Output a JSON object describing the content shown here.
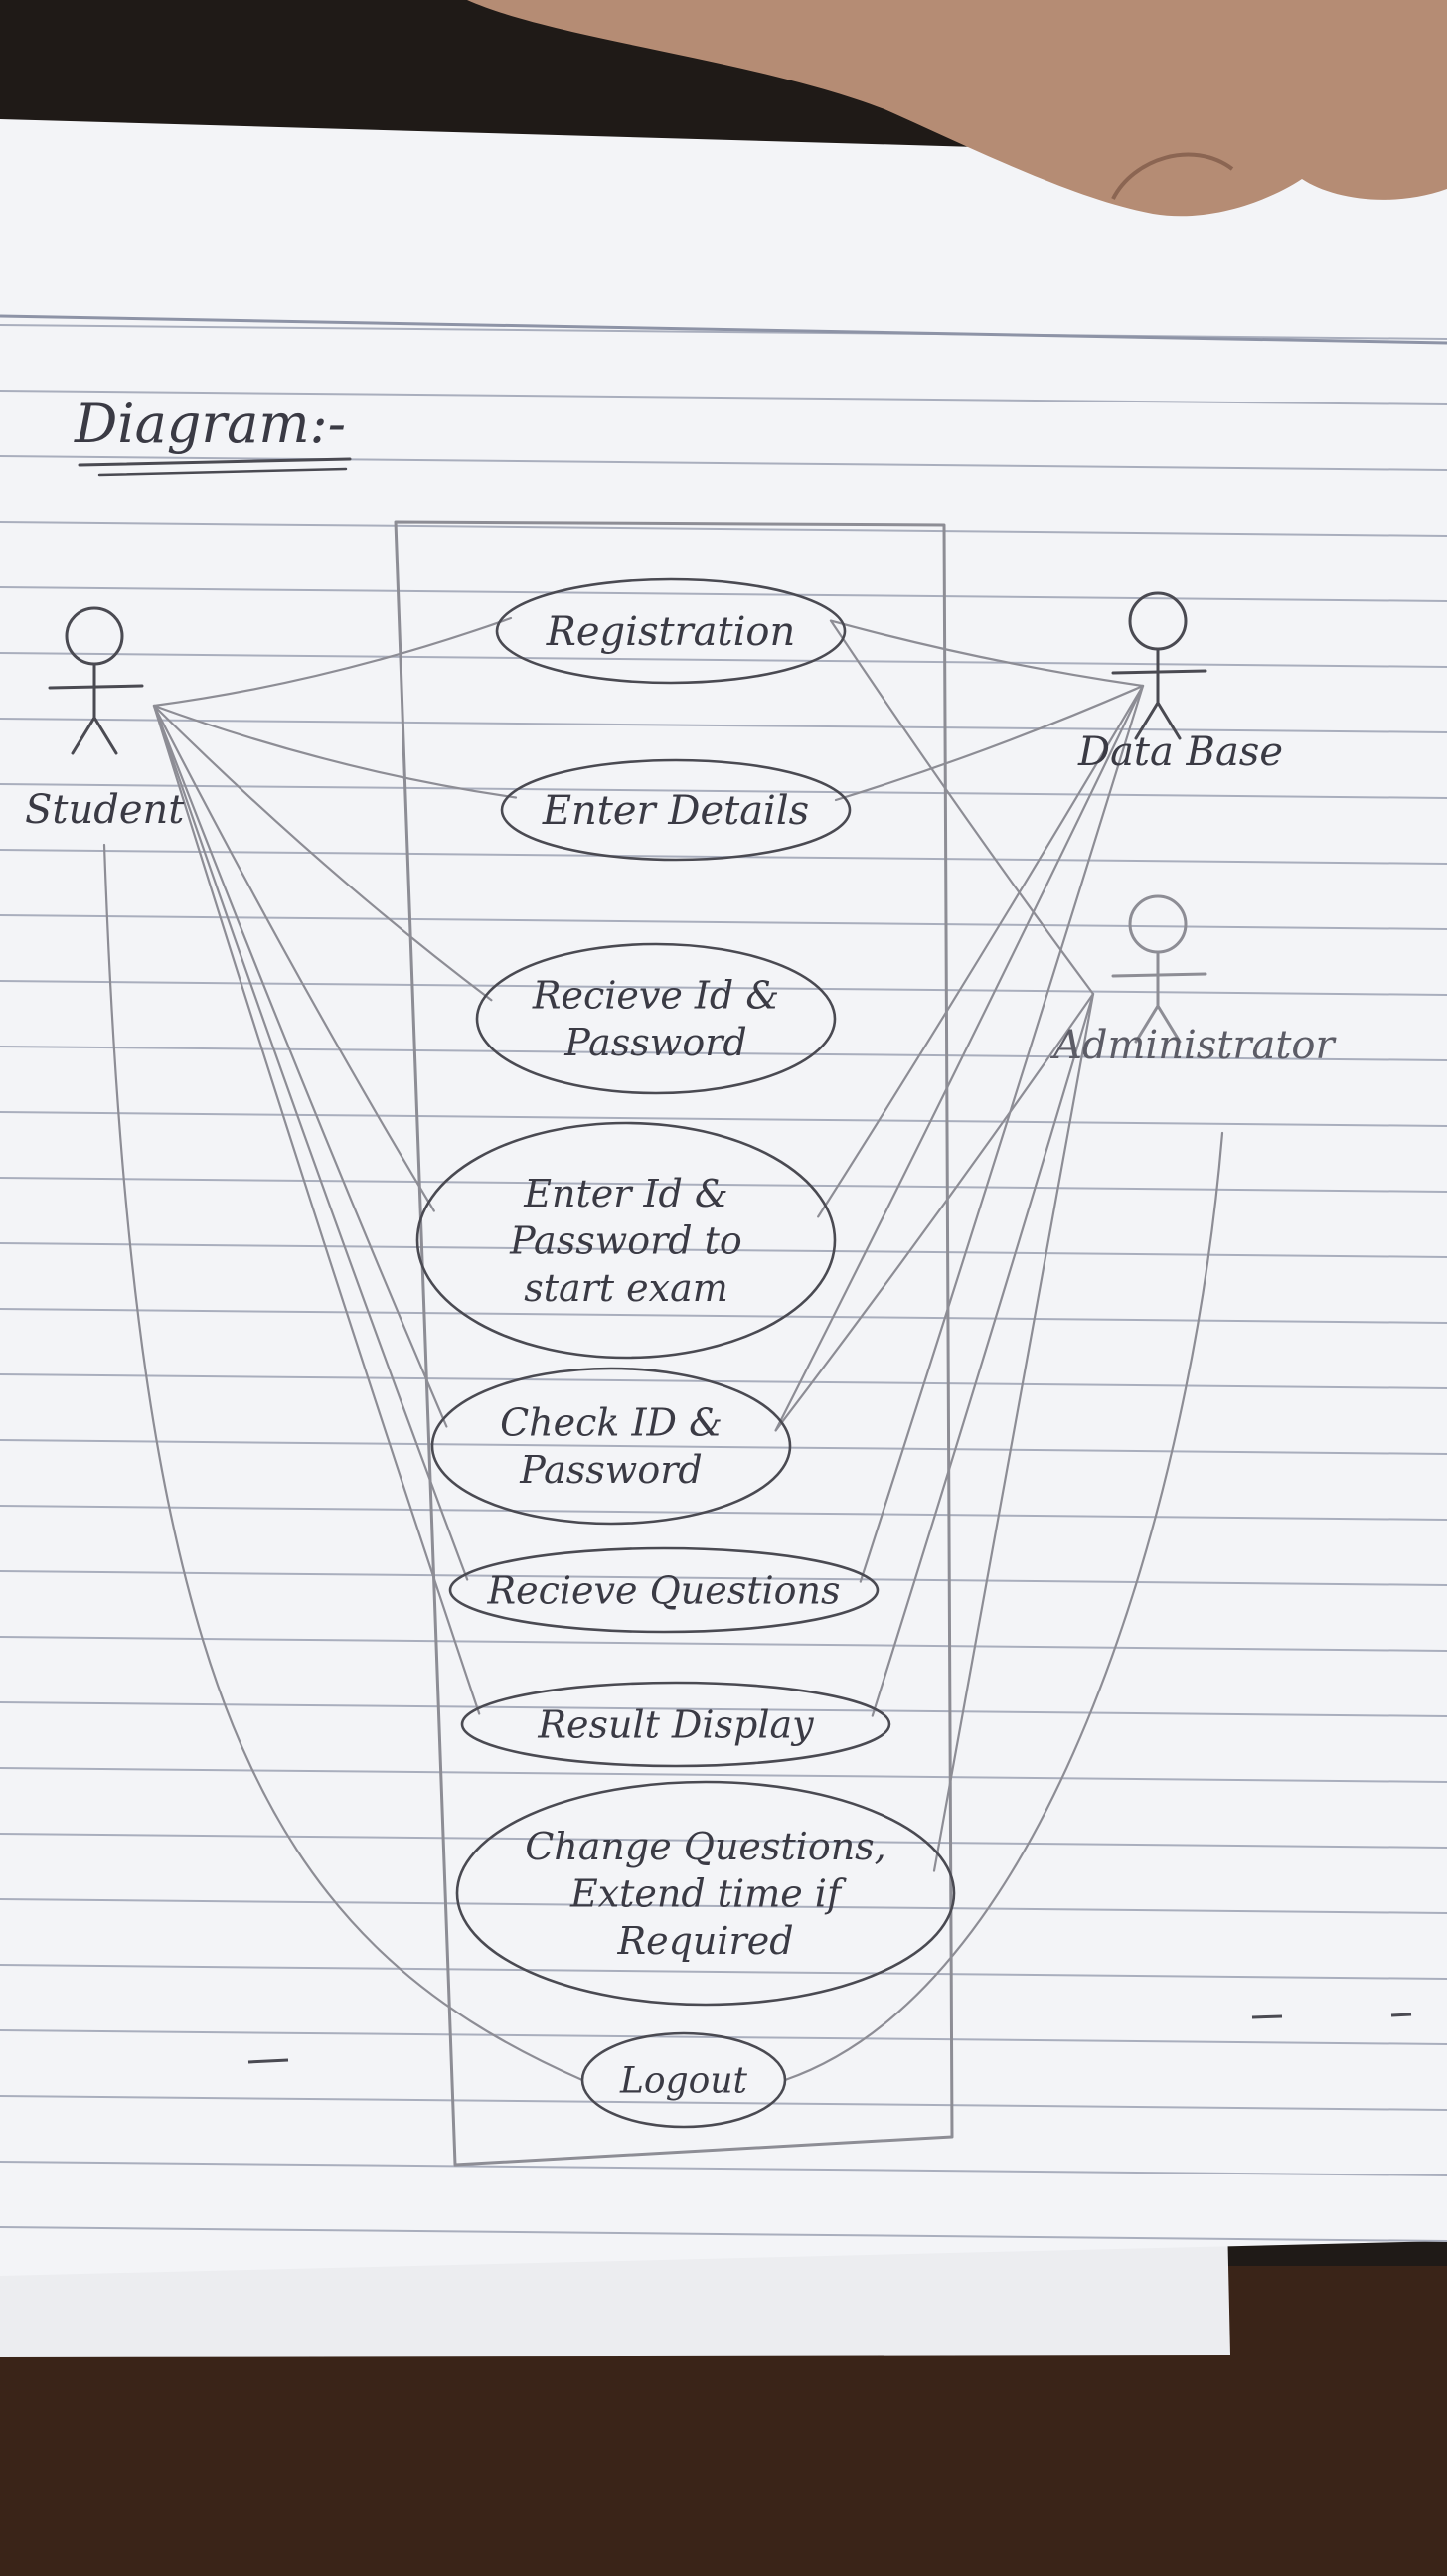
{
  "heading": "Diagram:-",
  "actors": [
    {
      "id": "student",
      "label": "Student"
    },
    {
      "id": "database",
      "label": "Data Base"
    },
    {
      "id": "administrator",
      "label": "Administrator"
    }
  ],
  "use_cases": [
    {
      "id": "registration",
      "lines": [
        "Registration"
      ]
    },
    {
      "id": "enter-details",
      "lines": [
        "Enter Details"
      ]
    },
    {
      "id": "receive-id-password",
      "lines": [
        "Recieve Id &",
        "Password"
      ]
    },
    {
      "id": "enter-id-password-start-exam",
      "lines": [
        "Enter Id &",
        "Password to",
        "start exam"
      ]
    },
    {
      "id": "check-id-password",
      "lines": [
        "Check ID &",
        "Password"
      ]
    },
    {
      "id": "receive-questions",
      "lines": [
        "Recieve Questions"
      ]
    },
    {
      "id": "result-display",
      "lines": [
        "Result Display"
      ]
    },
    {
      "id": "change-questions",
      "lines": [
        "Change Questions,",
        "Extend time if",
        "Required"
      ]
    },
    {
      "id": "logout",
      "lines": [
        "Logout"
      ]
    }
  ],
  "associations": [
    [
      "student",
      "registration"
    ],
    [
      "student",
      "enter-details"
    ],
    [
      "student",
      "receive-id-password"
    ],
    [
      "student",
      "enter-id-password-start-exam"
    ],
    [
      "student",
      "check-id-password"
    ],
    [
      "student",
      "receive-questions"
    ],
    [
      "student",
      "result-display"
    ],
    [
      "student",
      "logout"
    ],
    [
      "database",
      "registration"
    ],
    [
      "database",
      "enter-details"
    ],
    [
      "database",
      "enter-id-password-start-exam"
    ],
    [
      "database",
      "check-id-password"
    ],
    [
      "database",
      "receive-questions"
    ],
    [
      "administrator",
      "registration"
    ],
    [
      "administrator",
      "check-id-password"
    ],
    [
      "administrator",
      "result-display"
    ],
    [
      "administrator",
      "change-questions"
    ],
    [
      "administrator",
      "logout"
    ]
  ],
  "colors": {
    "paper": "#f3f4f7",
    "ruled_line": "#a9aebd",
    "pencil_dark": "#3a3a44",
    "pencil_light": "#8d8d95",
    "background": "#1f1a17"
  }
}
